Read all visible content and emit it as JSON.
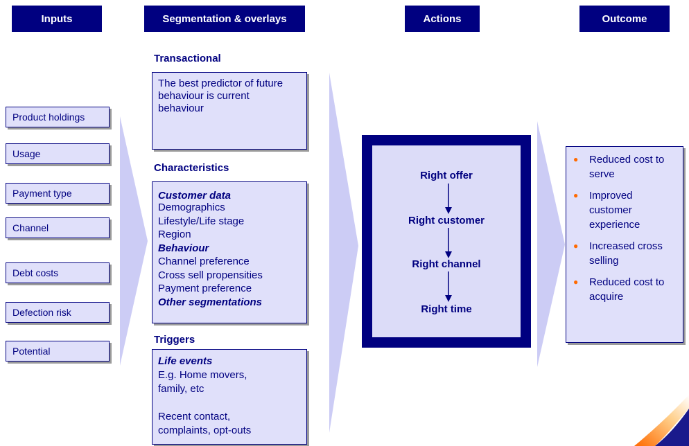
{
  "headers": {
    "inputs": "Inputs",
    "segmentation": "Segmentation & overlays",
    "actions": "Actions",
    "outcome": "Outcome"
  },
  "inputs": [
    "Product holdings",
    "Usage",
    "Payment type",
    "Channel",
    "Debt costs",
    "Defection risk",
    "Potential"
  ],
  "segmentation": {
    "transactional": {
      "title": "Transactional",
      "lines": [
        "The best predictor of future",
        "behaviour is current",
        "behaviour"
      ]
    },
    "characteristics": {
      "title": "Characteristics",
      "lines": [
        "Customer data",
        "Demographics",
        "Lifestyle/Life stage",
        "Region",
        "Behaviour",
        "Channel preference",
        "Cross sell propensities",
        "Payment preference",
        "Other segmentations"
      ]
    },
    "triggers": {
      "title": "Triggers",
      "lines": [
        "Life events",
        "E.g. Home movers,",
        "family, etc",
        "",
        "Recent contact,",
        "complaints, opt-outs"
      ]
    }
  },
  "actions": [
    "Right offer",
    "Right customer",
    "Right channel",
    "Right time"
  ],
  "outcomes": [
    [
      "Reduced cost to",
      "serve"
    ],
    [
      "Improved",
      "customer",
      "experience"
    ],
    [
      "Increased cross",
      "selling"
    ],
    [
      "Reduced cost to",
      "acquire"
    ]
  ],
  "colors": {
    "navy": "#000080",
    "box_fill": "#e0e0fa",
    "arrow_fill": "#ccccf5",
    "bullet": "#ff6a00"
  }
}
